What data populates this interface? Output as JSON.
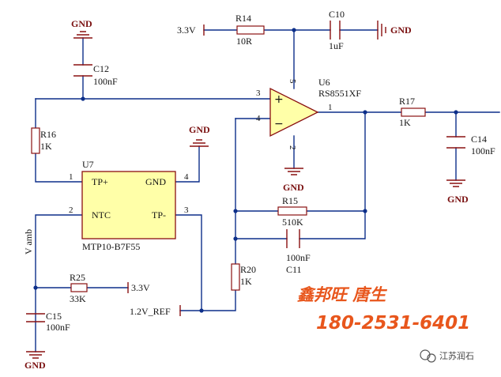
{
  "gnd_label": "GND",
  "power_33v": "3.3V",
  "vref_label": "1.2V_REF",
  "vamb_label": "V amb",
  "u6": {
    "ref": "U6",
    "part": "RS8551XF",
    "pins": {
      "inp": "3",
      "inn": "4",
      "out": "1",
      "vdd": "5",
      "vss": "2"
    },
    "plus": "+",
    "minus": "−"
  },
  "u7": {
    "ref": "U7",
    "part": "MTP10-B7F55",
    "pin1_name": "TP+",
    "pin4_name": "GND",
    "pin2_name": "NTC",
    "pin3_name": "TP-",
    "pin1": "1",
    "pin4": "4",
    "pin2": "2",
    "pin3": "3"
  },
  "r14": {
    "ref": "R14",
    "value": "10R"
  },
  "c10": {
    "ref": "C10",
    "value": "1uF"
  },
  "c12": {
    "ref": "C12",
    "value": "100nF"
  },
  "r16": {
    "ref": "R16",
    "value": "1K"
  },
  "r17": {
    "ref": "R17",
    "value": "1K"
  },
  "c14": {
    "ref": "C14",
    "value": "100nF"
  },
  "r15": {
    "ref": "R15",
    "value": "510K"
  },
  "c11": {
    "ref": "C11",
    "value": "100nF"
  },
  "r20": {
    "ref": "R20",
    "value": "1K"
  },
  "r25": {
    "ref": "R25",
    "value": "33K"
  },
  "c15": {
    "ref": "C15",
    "value": "100nF"
  },
  "watermark": {
    "name": "鑫邦旺  唐生",
    "phone": "180-2531-6401",
    "account": "江苏润石",
    "color": "#e8561c"
  },
  "colors": {
    "wire": "#0d2f8a",
    "part": "#8a1010",
    "ic_fill": "#ffffa8"
  }
}
